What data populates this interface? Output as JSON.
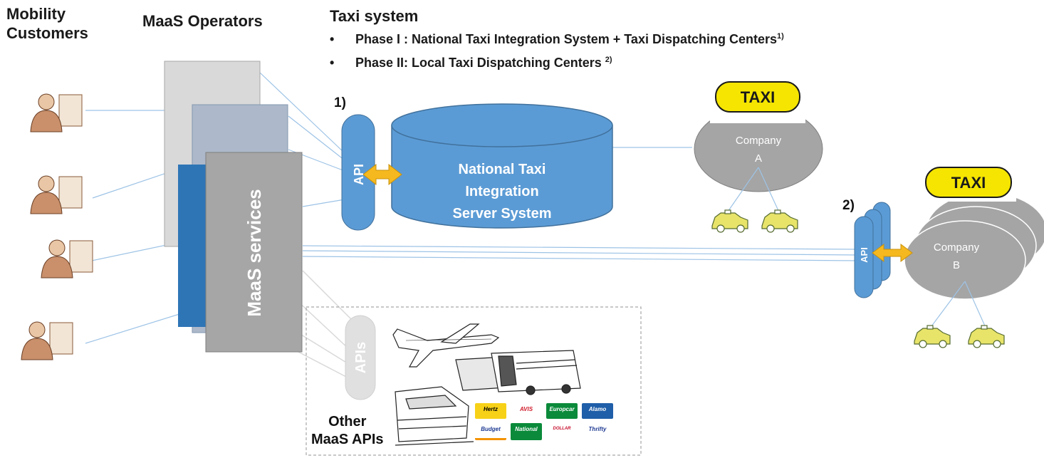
{
  "headers": {
    "customers": "Mobility Customers",
    "operators": "MaaS Operators",
    "taxi_system": "Taxi system"
  },
  "phases": [
    {
      "text": "Phase I : National Taxi Integration System + Taxi Dispatching Centers",
      "note": "1)"
    },
    {
      "text": "Phase II: Local Taxi Dispatching Centers ",
      "note": "2)"
    }
  ],
  "maas_services": "MaaS services",
  "api_label": "API",
  "apis_label": "APIs",
  "server": {
    "marker": "1)",
    "line1": "National Taxi",
    "line2": "Integration",
    "line3": "Server System"
  },
  "company_a": {
    "line1": "Company",
    "line2": "A"
  },
  "company_b": {
    "marker": "2)",
    "line1": "Company",
    "line2": "B"
  },
  "taxi_sign": "TAXI",
  "other_apis": {
    "line1": "Other",
    "line2": "MaaS APIs"
  },
  "rental_logos": [
    "Hertz",
    "AVIS",
    "Europcar",
    "Alamo",
    "Budget",
    "National",
    "DOLLAR",
    "Thrifty"
  ],
  "colors": {
    "blue": "#5b9bd5",
    "dark_blue": "#2e75b6",
    "gray": "#a6a6a6",
    "company_gray": "#a5a5a5",
    "arrow": "#f5b91f",
    "line": "#9dc3e6"
  }
}
